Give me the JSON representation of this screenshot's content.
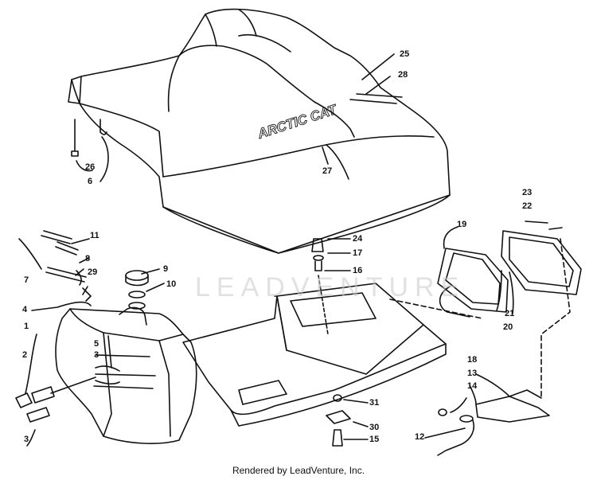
{
  "diagram": {
    "part_labels": [
      {
        "id": "p25",
        "text": "25"
      },
      {
        "id": "p28",
        "text": "28"
      },
      {
        "id": "p26",
        "text": "26"
      },
      {
        "id": "p6",
        "text": "6"
      },
      {
        "id": "p27",
        "text": "27"
      },
      {
        "id": "p11",
        "text": "11"
      },
      {
        "id": "p8",
        "text": "8"
      },
      {
        "id": "p7",
        "text": "7"
      },
      {
        "id": "p29",
        "text": "29"
      },
      {
        "id": "p9",
        "text": "9"
      },
      {
        "id": "p10",
        "text": "10"
      },
      {
        "id": "p24",
        "text": "24"
      },
      {
        "id": "p17",
        "text": "17"
      },
      {
        "id": "p16",
        "text": "16"
      },
      {
        "id": "p4",
        "text": "4"
      },
      {
        "id": "p1",
        "text": "1"
      },
      {
        "id": "p5",
        "text": "5"
      },
      {
        "id": "p3a",
        "text": "3"
      },
      {
        "id": "p2",
        "text": "2"
      },
      {
        "id": "p3b",
        "text": "3"
      },
      {
        "id": "p19",
        "text": "19"
      },
      {
        "id": "p23",
        "text": "23"
      },
      {
        "id": "p22",
        "text": "22"
      },
      {
        "id": "p21",
        "text": "21"
      },
      {
        "id": "p20",
        "text": "20"
      },
      {
        "id": "p18",
        "text": "18"
      },
      {
        "id": "p13",
        "text": "13"
      },
      {
        "id": "p14",
        "text": "14"
      },
      {
        "id": "p12",
        "text": "12"
      },
      {
        "id": "p31",
        "text": "31"
      },
      {
        "id": "p30",
        "text": "30"
      },
      {
        "id": "p15",
        "text": "15"
      }
    ],
    "seat_logo_text": "ARCTIC CAT",
    "watermark_text": "LEADVENTURE"
  },
  "footer": {
    "text": "Rendered by LeadVenture, Inc."
  }
}
